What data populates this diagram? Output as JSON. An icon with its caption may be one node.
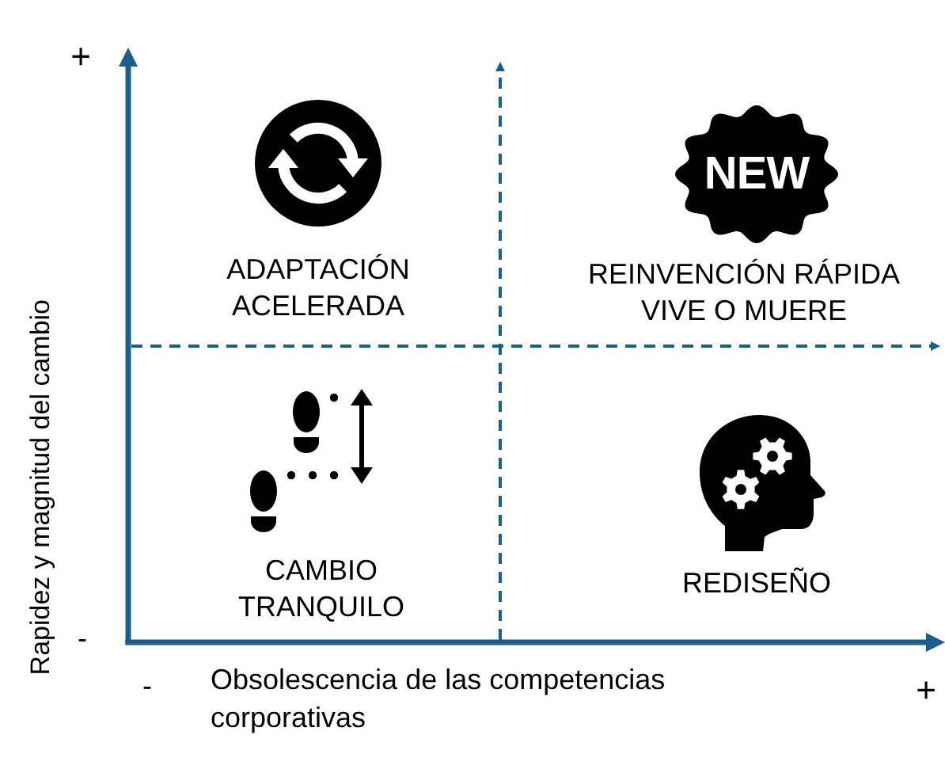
{
  "diagram": {
    "nodes": [
      {
        "text": [
          "NEW"
        ]
      }
    ],
    "labels": [
      "+",
      "ADAPTACIÓN ACELERADA",
      "REINVENCIÓN RÁPIDA VIVE O MUERE",
      "Rapidez y magnitud del cambio",
      "CAMBIO TRANQUILO",
      "REDISEÑO",
      "-",
      "-",
      "Obsolescencia de las competencias corporativas",
      "+"
    ]
  }
}
